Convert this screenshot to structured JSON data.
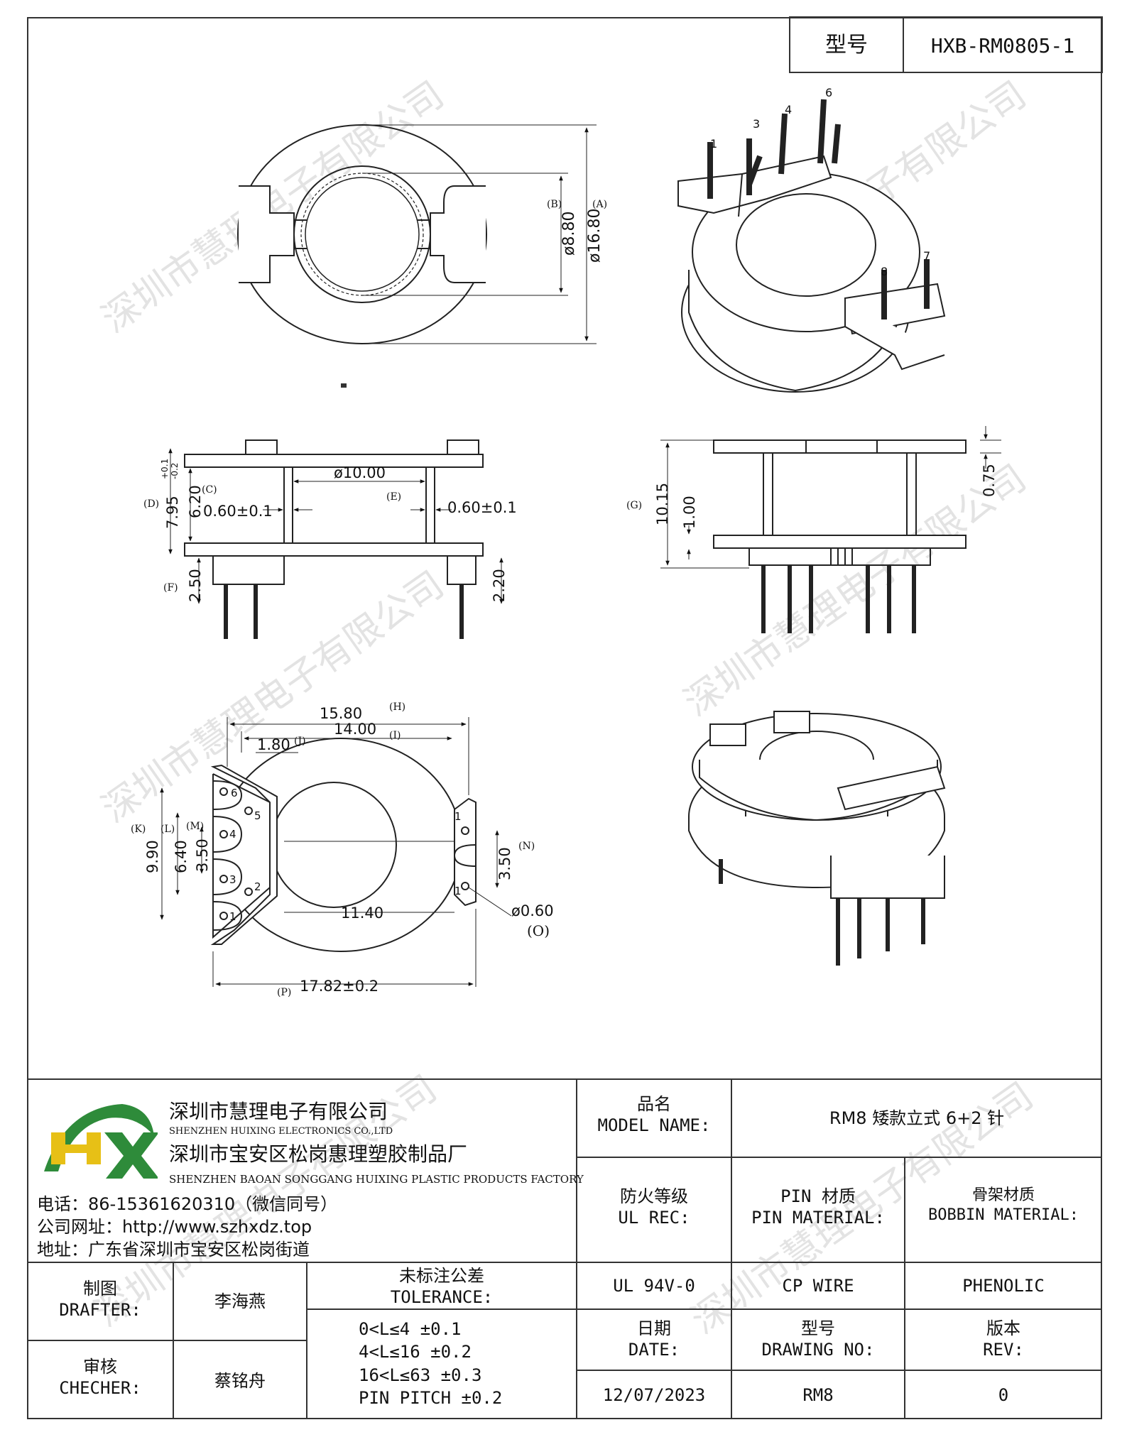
{
  "model": {
    "label": "型号",
    "value": "HXB-RM0805-1"
  },
  "dimensions": {
    "B_diam": "ø8.80",
    "A_diam": "ø16.80",
    "inner": "ø10.00",
    "wall_left": "0.60±0.1",
    "wall_right": "0.60±0.1",
    "D_height": "7.95",
    "D_tol_plus": "+0.1",
    "D_tol_minus": "-0.2",
    "C_height": "6.20",
    "F_height": "2.50",
    "pin_len": "2.20",
    "G_height": "10.15",
    "g_small": "1.00",
    "flange": "0.75",
    "H_width": "15.80",
    "I_width": "14.00",
    "J_offset": "1.80",
    "K_height": "9.90",
    "L_height": "6.40",
    "M_height": "3.50",
    "N_height": "3.50",
    "center_width": "11.40",
    "pin_diam": "ø0.60",
    "P_width": "17.82±0.2"
  },
  "callouts": {
    "A": "(A)",
    "B": "(B)",
    "C": "(C)",
    "D": "(D)",
    "E": "(E)",
    "F": "(F)",
    "G": "(G)",
    "H": "(H)",
    "I": "(I)",
    "J": "(J)",
    "K": "(K)",
    "L": "(L)",
    "M": "(M)",
    "N": "(N)",
    "O": "(O)",
    "P": "(P)"
  },
  "pins": [
    "1",
    "2",
    "3",
    "4",
    "5",
    "6",
    "7",
    "8"
  ],
  "watermark": "深圳市慧理电子有限公司",
  "company": {
    "name_cn": "深圳市慧理电子有限公司",
    "name_en": "SHENZHEN HUIXING ELECTRONICS CO.,LTD",
    "factory_cn": "深圳市宝安区松岗惠理塑胶制品厂",
    "factory_en": "SHENZHEN BAOAN SONGGANG HUIXING PLASTIC PRODUCTS FACTORY",
    "phone": "电话：86-15361620310（微信同号）",
    "website": "公司网址：http://www.szhxdz.top",
    "address": "地址：广东省深圳市宝安区松岗街道"
  },
  "title_block": {
    "model_name_label_cn": "品名",
    "model_name_label_en": "MODEL NAME:",
    "model_name_value": "RM8 矮款立式 6+2 针",
    "ul_label_cn": "防火等级",
    "ul_label_en": "UL REC:",
    "pin_label_cn": "PIN 材质",
    "pin_label_en": "PIN MATERIAL:",
    "bobbin_label_cn": "骨架材质",
    "bobbin_label_en": "BOBBIN MATERIAL:",
    "ul_value": "UL 94V-0",
    "pin_value": "CP WIRE",
    "bobbin_value": "PHENOLIC",
    "drafter_cn": "制图",
    "drafter_en": "DRAFTER:",
    "drafter_name": "李海燕",
    "checker_cn": "审核",
    "checker_en": "CHECHER:",
    "checker_name": "蔡铭舟",
    "tol_label_cn": "未标注公差",
    "tol_label_en": "TOLERANCE:",
    "tol_lines": [
      "0<L≤4   ±0.1",
      "4<L≤16  ±0.2",
      "16<L≤63  ±0.3",
      "PIN PITCH  ±0.2"
    ],
    "date_cn": "日期",
    "date_en": "DATE:",
    "date_value": "12/07/2023",
    "dwg_cn": "型号",
    "dwg_en": "DRAWING NO:",
    "dwg_value": "RM8",
    "rev_cn": "版本",
    "rev_en": "REV:",
    "rev_value": "0"
  }
}
